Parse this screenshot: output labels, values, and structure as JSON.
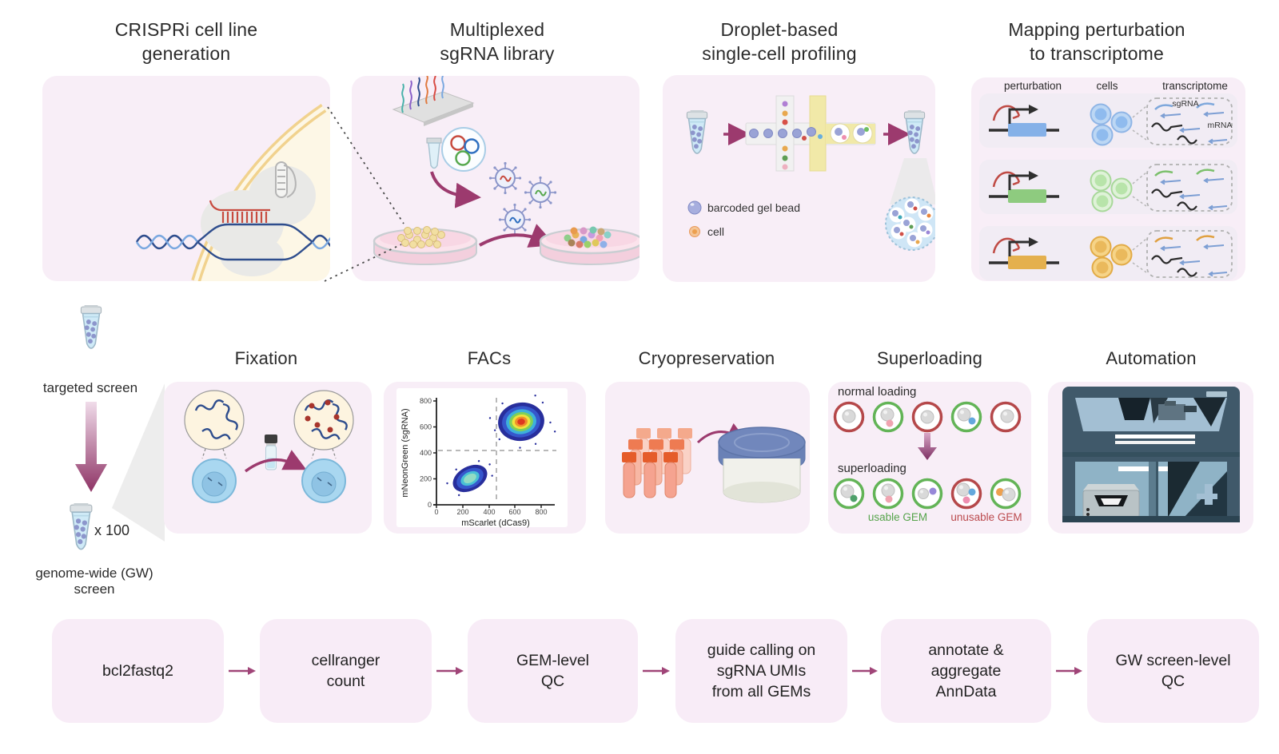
{
  "page": {
    "background": "#ffffff",
    "accent_arrow_color": "#9c3a6e",
    "panel_color": "#f8eef7"
  },
  "top_panels": [
    {
      "title_line1": "CRISPRi cell line",
      "title_line2": "generation"
    },
    {
      "title_line1": "Multiplexed",
      "title_line2": "sgRNA library"
    },
    {
      "title_line1": "Droplet-based",
      "title_line2": "single-cell profiling",
      "legend": [
        {
          "icon": "gel-bead-icon",
          "label": "barcoded gel bead"
        },
        {
          "icon": "cell-icon",
          "label": "cell"
        }
      ]
    },
    {
      "title_line1": "Mapping perturbation",
      "title_line2": "to transcriptome",
      "columns": [
        "perturbation",
        "cells",
        "transcriptome"
      ],
      "annotations": {
        "sgRNA": "sgRNA",
        "mRNA": "mRNA"
      },
      "rows": [
        {
          "name": "perturbation-row-blue",
          "color": "#85b1e8"
        },
        {
          "name": "perturbation-row-green",
          "color": "#8ecb7f"
        },
        {
          "name": "perturbation-row-orange",
          "color": "#e4b04e"
        }
      ]
    }
  ],
  "left_flow": {
    "targeted_label": "targeted screen",
    "multiplier_label": "x 100",
    "gw_label_line1": "genome-wide (GW)",
    "gw_label_line2": "screen"
  },
  "middle_panels": {
    "fixation": {
      "title": "Fixation"
    },
    "facs": {
      "title": "FACs"
    },
    "cryopreservation": {
      "title": "Cryopreservation"
    },
    "superloading": {
      "title": "Superloading",
      "normal_label": "normal loading",
      "super_label": "superloading",
      "usable_label": "usable GEM",
      "unusable_label": "unusable GEM",
      "usable_color": "#56a44b",
      "unusable_color": "#bb4a4d"
    },
    "automation": {
      "title": "Automation"
    }
  },
  "chart_data": {
    "type": "scatter",
    "title": "FACs",
    "xlabel": "mScarlet (dCas9)",
    "ylabel": "mNeonGreen (sgRNA)",
    "xticks": [
      0,
      200,
      400,
      600,
      800
    ],
    "yticks": [
      0,
      200,
      400,
      600,
      800
    ],
    "xlim": [
      0,
      900
    ],
    "ylim": [
      0,
      880
    ],
    "grid": false,
    "gates": {
      "x": 450,
      "y": 420
    },
    "clusters": [
      {
        "name": "dCas9-low sgRNA-low",
        "x": 250,
        "y": 200,
        "density_peak": "medium"
      },
      {
        "name": "dCas9-high sgRNA-high",
        "x": 650,
        "y": 640,
        "density_peak": "high"
      }
    ]
  },
  "pipeline": {
    "arrow_color": "#a04578",
    "steps": [
      {
        "lines": [
          "bcl2fastq2"
        ]
      },
      {
        "lines": [
          "cellranger",
          "count"
        ]
      },
      {
        "lines": [
          "GEM-level",
          "QC"
        ]
      },
      {
        "lines": [
          "guide calling on",
          "sgRNA UMIs",
          "from all GEMs"
        ]
      },
      {
        "lines": [
          "annotate &",
          "aggregate",
          "AnnData"
        ]
      },
      {
        "lines": [
          "GW screen-level",
          "QC"
        ]
      }
    ]
  }
}
